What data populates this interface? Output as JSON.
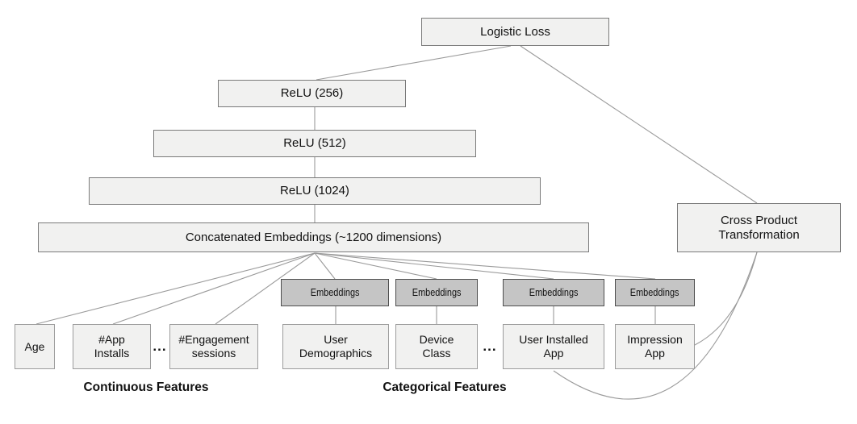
{
  "nodes": {
    "logistic_loss": "Logistic Loss",
    "relu_256": "ReLU (256)",
    "relu_512": "ReLU (512)",
    "relu_1024": "ReLU (1024)",
    "concatenated_embeddings": "Concatenated Embeddings (~1200 dimensions)",
    "cross_product": "Cross Product\nTransformation",
    "embedding_label": "Embeddings"
  },
  "features": {
    "continuous": [
      "Age",
      "#App\nInstalls",
      "#Engagement\nsessions"
    ],
    "categorical": [
      "User\nDemographics",
      "Device\nClass",
      "User Installed\nApp",
      "Impression\nApp"
    ]
  },
  "section_labels": {
    "continuous": "Continuous Features",
    "categorical": "Categorical Features"
  },
  "ellipsis": "...",
  "colors": {
    "box_fill": "#f1f1f0",
    "box_border": "#7a7a7a",
    "feature_border": "#9c9c9c",
    "embedding_fill": "#c5c5c5",
    "embedding_border": "#4d4d4d",
    "edge": "#9a9a9a",
    "text": "#111111",
    "background": "#ffffff"
  }
}
